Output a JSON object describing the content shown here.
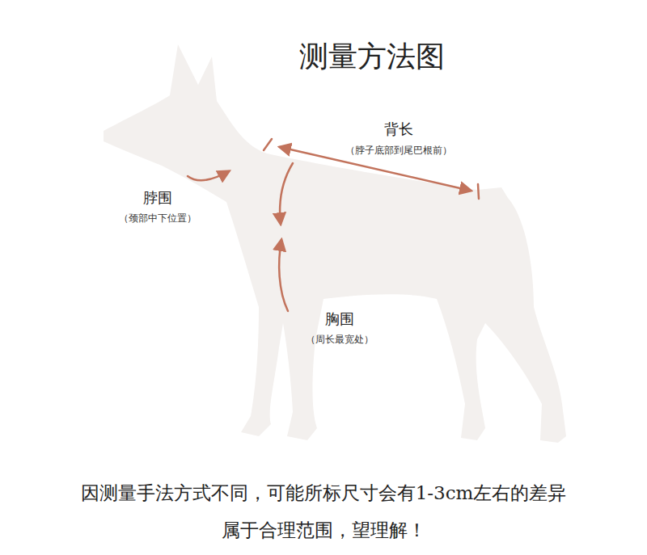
{
  "diagram": {
    "title": "测量方法图",
    "caption": "因测量手法方式不同，可能所标尺寸会有1-3cm左右的差异 属于合理范围，望理解！",
    "labels": [
      "背长",
      "（脖子底部到尾巴根前）",
      "脖围",
      "（颈部中下位置）",
      "胸围",
      "（周长最宽处）"
    ]
  }
}
